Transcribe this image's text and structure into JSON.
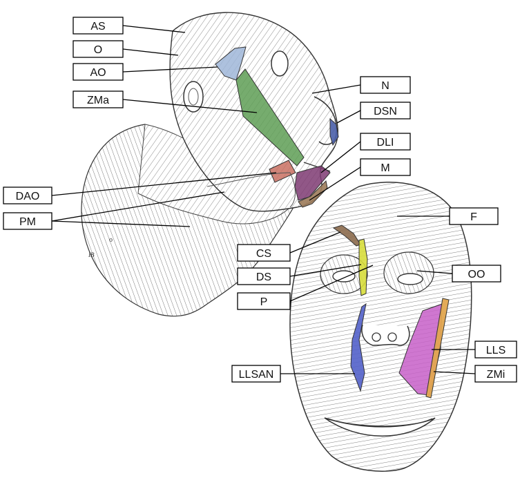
{
  "diagram": {
    "labels": {
      "as": "AS",
      "o": "O",
      "ao": "AO",
      "zma": "ZMa",
      "n": "N",
      "dsn": "DSN",
      "dli": "DLI",
      "m": "M",
      "dao": "DAO",
      "pm": "PM",
      "f": "F",
      "cs": "CS",
      "ds": "DS",
      "p": "P",
      "oo": "OO",
      "lls": "LLS",
      "zmi": "ZMi",
      "llsan": "LLSAN"
    },
    "figure_mark": "IB",
    "colors": {
      "ao": "#9fb6d8",
      "zma": "#5e9e55",
      "dsn": "#4a5fa8",
      "dli": "#7e3a72",
      "m": "#9c7b5a",
      "dao": "#c97062",
      "cs": "#8b6a4c",
      "ds": "#d7dd3b",
      "llsan": "#5260c9",
      "lls": "#c75fc8",
      "zmi": "#e2a64f"
    }
  }
}
